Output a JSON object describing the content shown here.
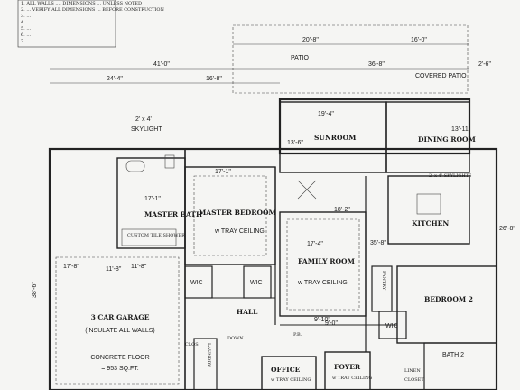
{
  "notes": {
    "lines": [
      "1. ALL WALLS .... DIMENSIONS ... UNLESS NOTED",
      "2. ... VERIFY ALL DIMENSIONS ... BEFORE CONSTRUCTION",
      "3. ...",
      "4. ...",
      "5. ...",
      "6. ...",
      "7. ..."
    ]
  },
  "dimensions": {
    "top_20_8": "20'-8\"",
    "top_16_0": "16'-0\"",
    "overall_41_0": "41'-0\"",
    "overall_36_8": "36'-8\"",
    "left_24_4": "24'-4\"",
    "mid_16_8": "16'-8\"",
    "sunroom_w": "19'-4\"",
    "sunroom_d": "13'-6\"",
    "dining_d": "13'-11\"",
    "master_w": "17'-1\"",
    "master_w2": "17'-1\"",
    "bath_w": "11'-8\"",
    "family_w": "17'-4\"",
    "family_w2": "18'-2\"",
    "kitchen_w": "35'-8\"",
    "garage_w": "17'-8\"",
    "garage_w2": "11'-8\"",
    "hall_w": "9'-10\"",
    "right_d": "26'-8\"",
    "left_d": "38'-6\"",
    "top_right": "2'-6\"",
    "small_1": "9'-0\""
  },
  "labels": {
    "patio": "PATIO",
    "covered_patio": "COVERED PATIO",
    "skylight": "SKYLIGHT",
    "skylight_size": "2' x 4'",
    "skylights_right": "2' x 4' SKYLIGHTS",
    "sunroom": "SUNROOM",
    "dining_room": "DINING ROOM",
    "master_bedroom": "MASTER BEDROOM",
    "tray_ceiling": "w TRAY CEILING",
    "master_bath": "MASTER BATH",
    "custom_tile_shower": "CUSTOM TILE SHOWER",
    "kitchen": "KITCHEN",
    "family_room": "FAMILY ROOM",
    "wic_1": "WIC",
    "wic_2": "WIC",
    "wic_3": "WIC",
    "hall": "HALL",
    "pantry": "PANTRY",
    "bedroom_2": "BEDROOM 2",
    "garage": "3 CAR GARAGE",
    "insulate": "(INSULATE ALL WALLS)",
    "concrete_floor": "CONCRETE FLOOR",
    "sq_ft": "= 953 SQ.FT.",
    "laundry": "LAUNDRY",
    "office": "OFFICE",
    "office_tray": "w TRAY CEILING",
    "foyer": "FOYER",
    "foyer_tray": "w TRAY CEILING",
    "bath_2": "BATH 2",
    "pb": "P.B.",
    "down": "DOWN",
    "linen": "LINEN",
    "closet": "CLOSET",
    "clos": "CLOS"
  }
}
